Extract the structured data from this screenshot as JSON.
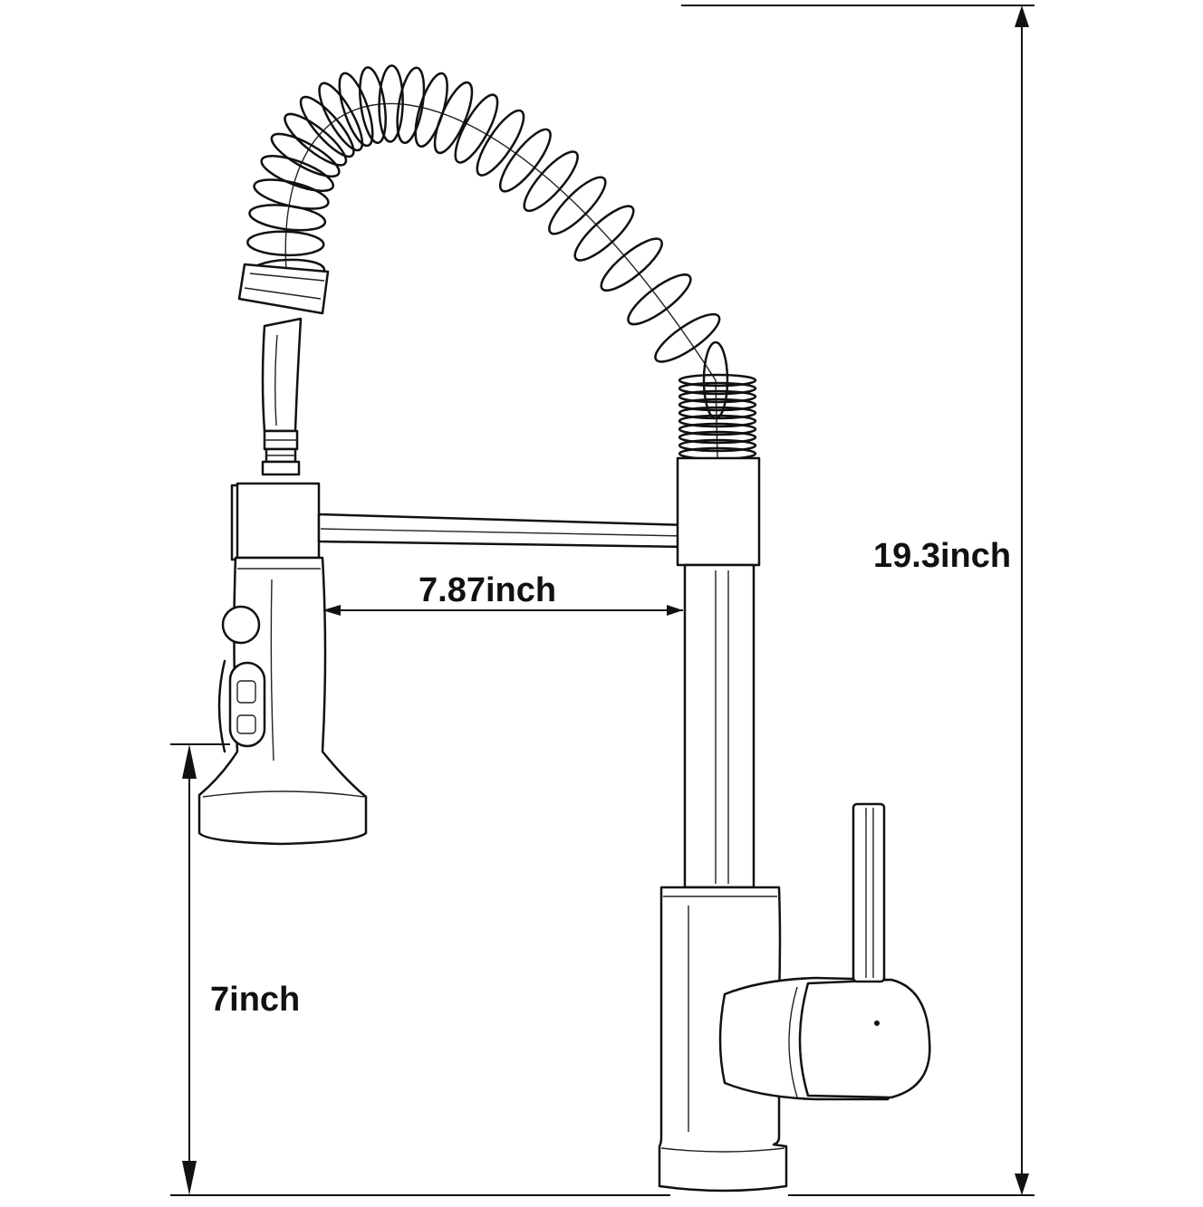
{
  "diagram": {
    "product": "pull-down spring kitchen faucet",
    "dimensions": {
      "total_height": "19.3inch",
      "reach": "7.87inch",
      "spout_height": "7inch"
    },
    "colors": {
      "line": "#111111",
      "background": "#ffffff"
    }
  }
}
